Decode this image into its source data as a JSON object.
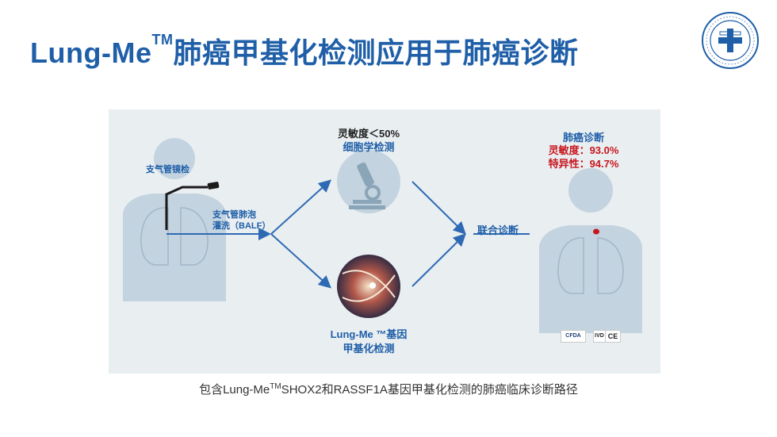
{
  "title": {
    "main": "Lung-Me",
    "tm": "TM",
    "rest": "肺癌甲基化检测应用于肺癌诊断"
  },
  "diagram": {
    "bronchoscopy": "支气管镜检",
    "balf_line1": "支气管肺泡",
    "balf_line2": "灌洗（BALF）",
    "sensitivity_low": "灵敏度＜50%",
    "cytology": "细胞学检测",
    "methylation_line1": "Lung-Me ™基因",
    "methylation_line2": "甲基化检测",
    "combined": "联合诊断",
    "diagnosis_title": "肺癌诊断",
    "sensitivity_result": "灵敏度：93.0%",
    "specificity_result": "特异性：94.7%",
    "badge_cfda": "CFDA",
    "badge_ivd": "IVD",
    "badge_ce": "CE"
  },
  "caption": {
    "pre": "包含Lung-Me",
    "tm": "TM",
    "post": "SHOX2和RASSF1A基因甲基化检测的肺癌临床诊断路径"
  },
  "colors": {
    "title": "#1f5fa8",
    "arrow": "#2e6ab3",
    "panel": "#e9eef1",
    "silhouette": "#c3d3df",
    "highlight": "#c8161d"
  }
}
